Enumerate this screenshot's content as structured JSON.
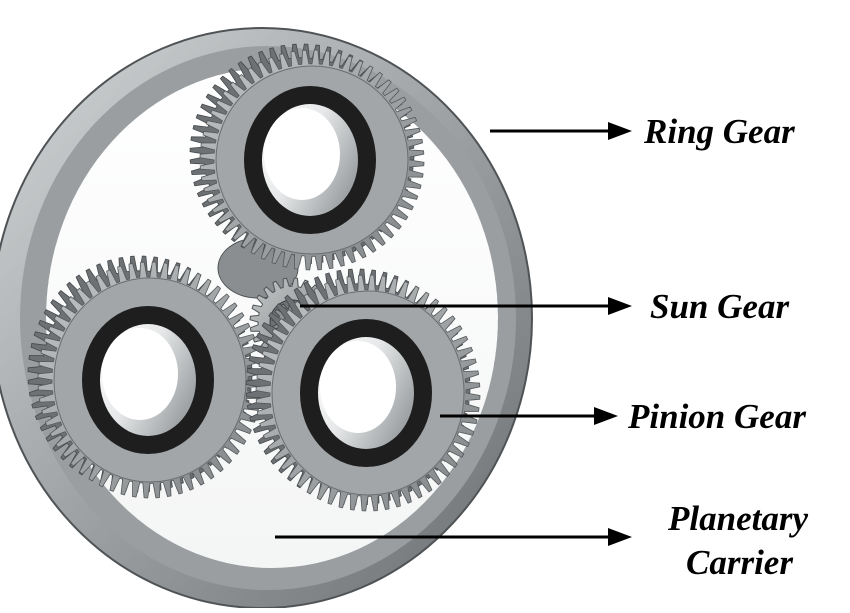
{
  "labels": {
    "ring": "Ring Gear",
    "sun": "Sun Gear",
    "pinion": "Pinion Gear",
    "carrier_line1": "Planetary",
    "carrier_line2": "Carrier"
  },
  "colors": {
    "background": "#ffffff",
    "steel_light": "#b8bcbe",
    "steel_mid": "#8e9294",
    "steel_dark": "#55595b",
    "bearing_black": "#1e1e1e",
    "bore_light": "#f2f3f4",
    "arrow": "#000000"
  }
}
